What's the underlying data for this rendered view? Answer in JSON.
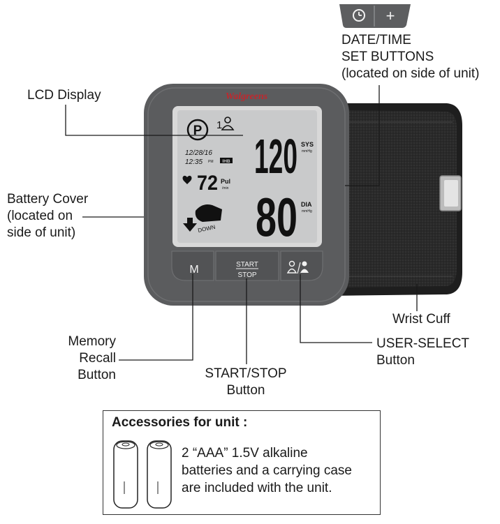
{
  "brand": "Walgreens",
  "side_buttons": {
    "clock_symbol": "clock-icon",
    "plus_symbol": "+"
  },
  "lcd": {
    "sys_value": "120",
    "sys_unit": "SYS",
    "sys_sub": "mmHg",
    "dia_value": "80",
    "dia_unit": "DIA",
    "dia_sub": "mmHg",
    "pulse_value": "72",
    "pulse_unit": "Pul",
    "pulse_sub": "/min",
    "date": "12/28/16",
    "time": "12:35",
    "ampm": "PM",
    "ihb": "IHB",
    "user_number": "1",
    "p_symbol": "P",
    "down": "DOWN"
  },
  "device_buttons": {
    "memory": "M",
    "start_line1": "START",
    "start_line2": "STOP",
    "user_icons": "user-select-icon"
  },
  "labels": {
    "date_time": [
      "DATE/TIME",
      "SET BUTTONS",
      "(located on side of unit)"
    ],
    "lcd_display": "LCD Display",
    "battery_cover": [
      "Battery Cover",
      "(located on",
      "side of unit)"
    ],
    "wrist_cuff": "Wrist Cuff",
    "memory_recall": [
      "Memory",
      "Recall",
      "Button"
    ],
    "start_stop": [
      "START/STOP",
      "Button"
    ],
    "user_select": [
      "USER-SELECT",
      "Button"
    ]
  },
  "accessories": {
    "title": "Accessories for unit :",
    "text": [
      "2 “AAA” 1.5V alkaline",
      "batteries and a carrying case",
      "are included with the unit."
    ]
  },
  "colors": {
    "device": "#5d5e60",
    "lcd": "#c9cacb",
    "brand": "#c1272d",
    "cuff": "#2b2b2b"
  }
}
